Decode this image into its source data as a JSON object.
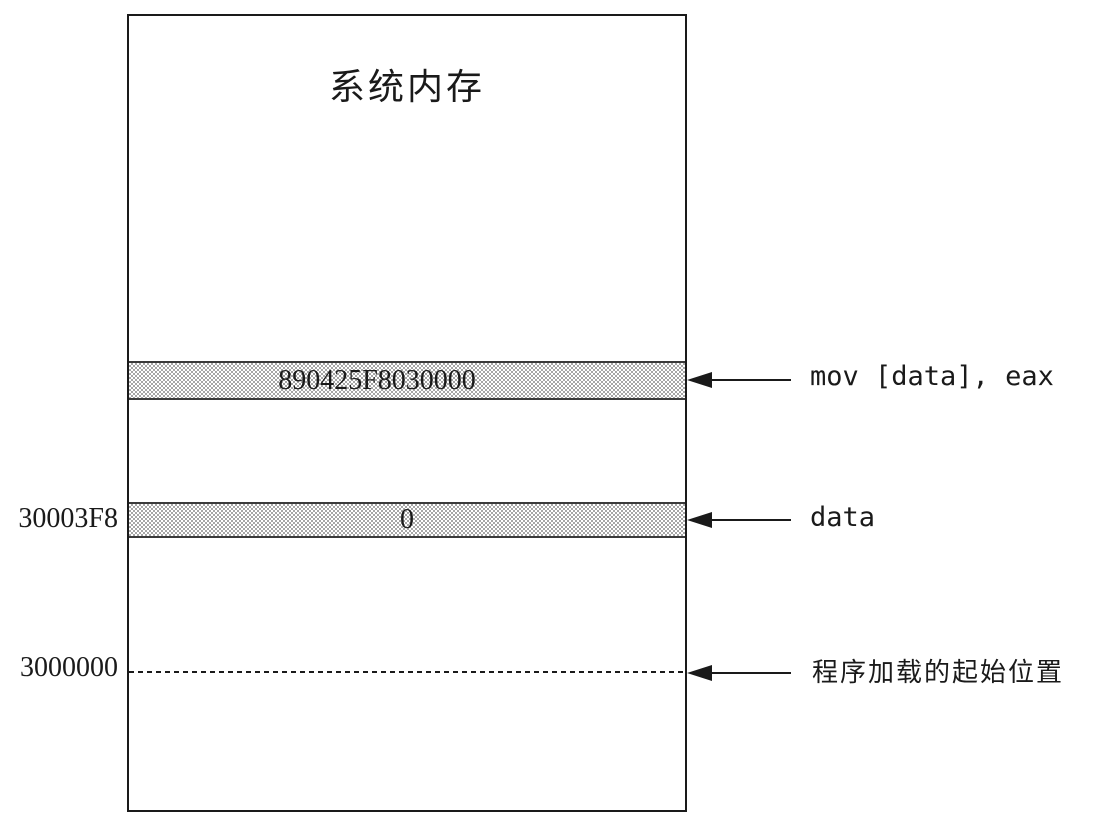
{
  "title": "系统内存",
  "rows": [
    {
      "address": "",
      "value": "890425F8030000",
      "annotation": "mov [data], eax"
    },
    {
      "address": "30003F8",
      "value": "0",
      "annotation": "data"
    },
    {
      "address": "3000000",
      "value": "",
      "annotation": "程序加载的起始位置"
    }
  ],
  "colors": {
    "line": "#1a1a1a",
    "hatch": "#a6a6a6",
    "background": "#ffffff"
  }
}
